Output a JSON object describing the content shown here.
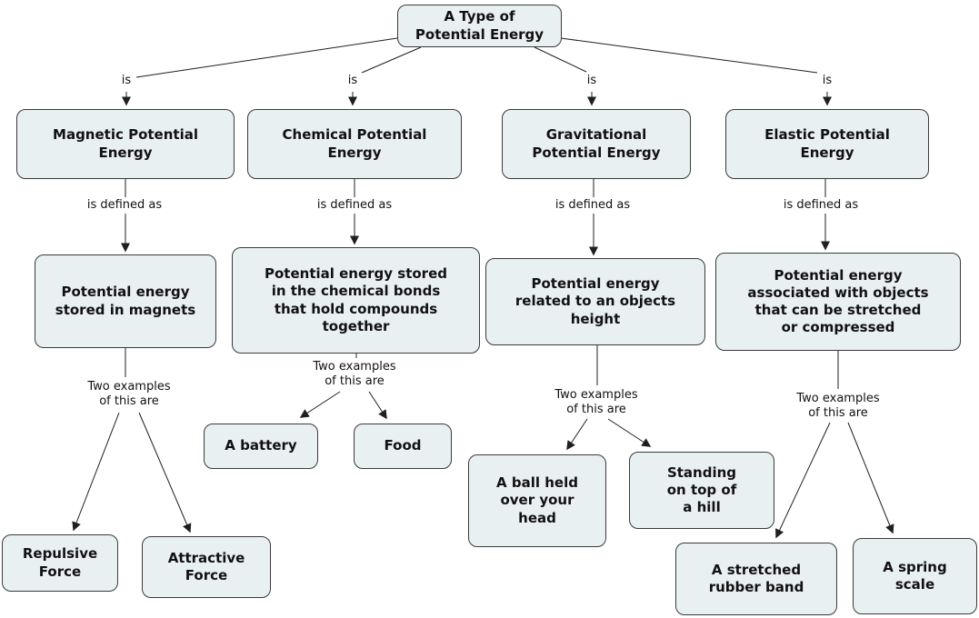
{
  "title": "A Type of Potential Energy",
  "colors": {
    "background": "#ffffff",
    "node_fill": "#e9f0f2",
    "node_border": "#3a3a3a",
    "line_color": "#1f1f1f",
    "text_color": "#111111"
  },
  "root": {
    "label": "A Type of\nPotential Energy"
  },
  "connector_labels": {
    "is": "is",
    "defined_as": "is defined as",
    "examples": "Two examples\nof this are"
  },
  "branches": [
    {
      "name": "magnetic",
      "label": "Magnetic Potential\nEnergy",
      "definition": "Potential energy\nstored in magnets",
      "examples": [
        "Repulsive\nForce",
        "Attractive\nForce"
      ]
    },
    {
      "name": "chemical",
      "label": "Chemical Potential\nEnergy",
      "definition": "Potential energy stored\nin the chemical bonds\nthat hold compounds\ntogether",
      "examples": [
        "A battery",
        "Food"
      ]
    },
    {
      "name": "gravitational",
      "label": "Gravitational\nPotential Energy",
      "definition": "Potential energy\nrelated to an objects\nheight",
      "examples": [
        "A ball held\nover your\nhead",
        "Standing\non top of\na hill"
      ]
    },
    {
      "name": "elastic",
      "label": "Elastic Potential\nEnergy",
      "definition": "Potential energy\nassociated with objects\nthat can be stretched\nor compressed",
      "examples": [
        "A stretched\nrubber band",
        "A spring\nscale"
      ]
    }
  ]
}
